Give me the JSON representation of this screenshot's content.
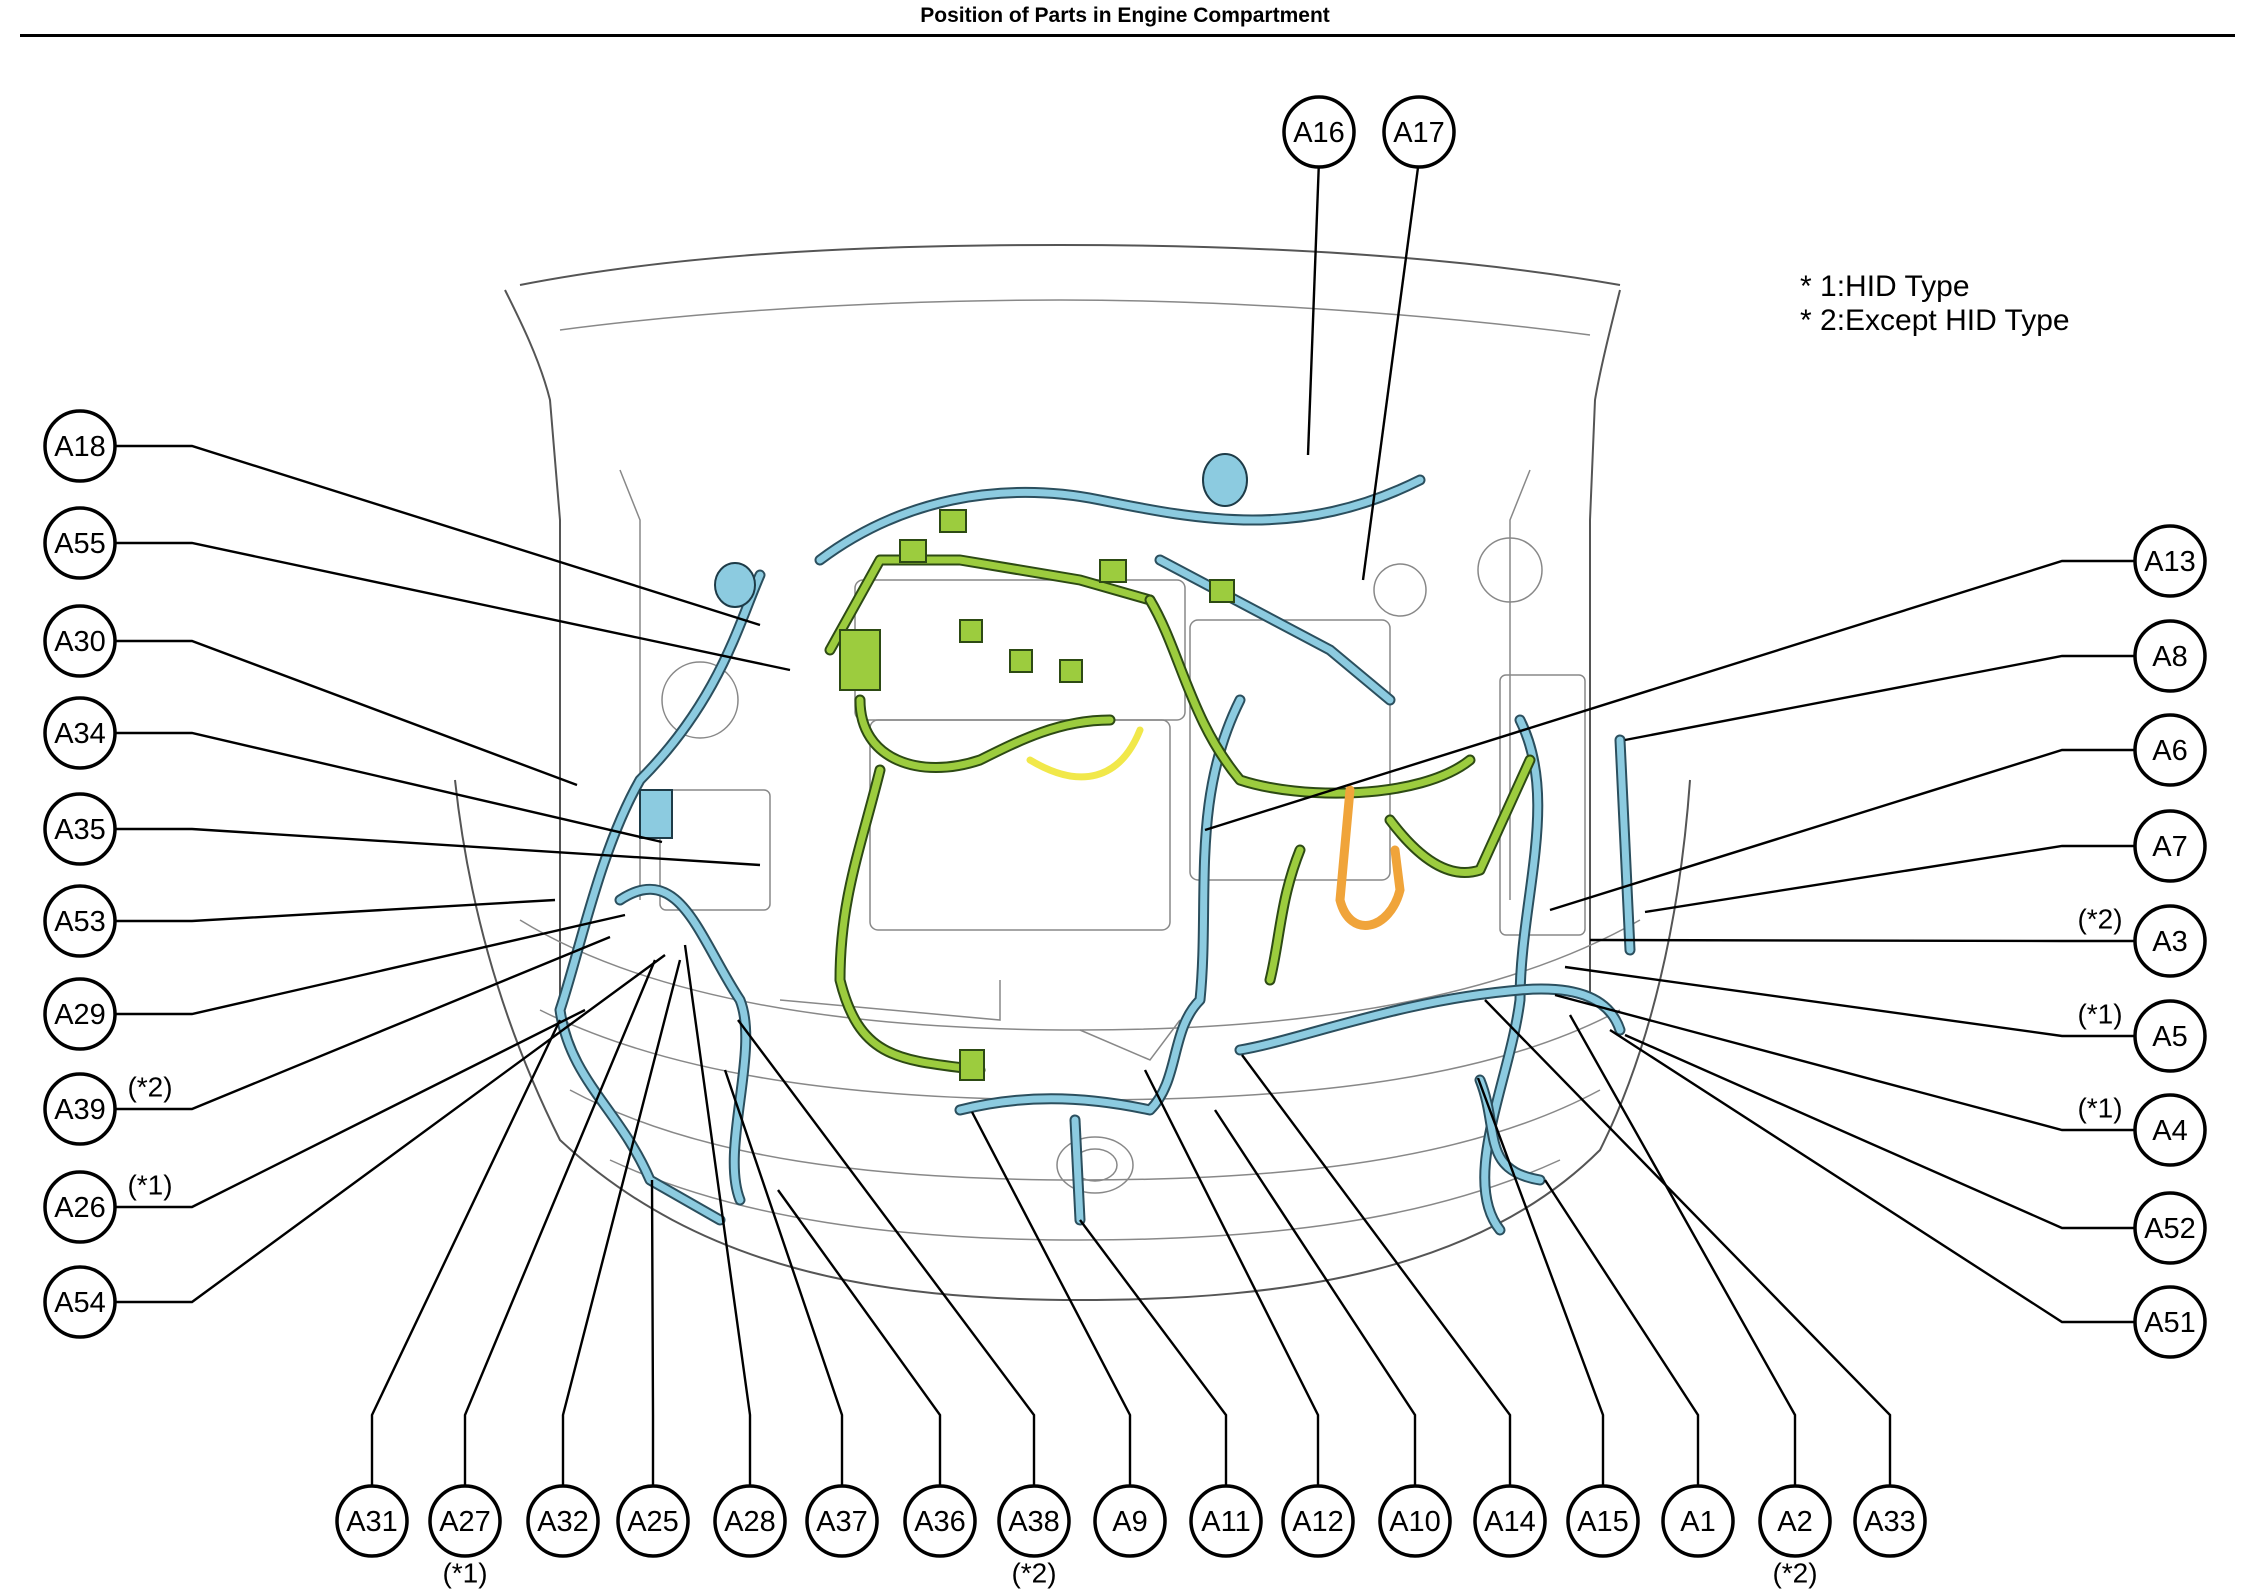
{
  "title": "Position of Parts in Engine Compartment",
  "legend": [
    "* 1:HID Type",
    "* 2:Except HID Type"
  ],
  "callouts": [
    {
      "label": "A16",
      "note": ""
    },
    {
      "label": "A17",
      "note": ""
    },
    {
      "label": "A18",
      "note": ""
    },
    {
      "label": "A55",
      "note": ""
    },
    {
      "label": "A30",
      "note": ""
    },
    {
      "label": "A34",
      "note": ""
    },
    {
      "label": "A35",
      "note": ""
    },
    {
      "label": "A53",
      "note": ""
    },
    {
      "label": "A29",
      "note": ""
    },
    {
      "label": "A39",
      "note": "(*2)"
    },
    {
      "label": "A26",
      "note": "(*1)"
    },
    {
      "label": "A54",
      "note": ""
    },
    {
      "label": "A13",
      "note": ""
    },
    {
      "label": "A8",
      "note": ""
    },
    {
      "label": "A6",
      "note": ""
    },
    {
      "label": "A7",
      "note": ""
    },
    {
      "label": "A3",
      "note": "(*2)"
    },
    {
      "label": "A5",
      "note": "(*1)"
    },
    {
      "label": "A4",
      "note": "(*1)"
    },
    {
      "label": "A52",
      "note": ""
    },
    {
      "label": "A51",
      "note": ""
    },
    {
      "label": "A31",
      "note": ""
    },
    {
      "label": "A27",
      "note": "(*1)"
    },
    {
      "label": "A32",
      "note": ""
    },
    {
      "label": "A25",
      "note": ""
    },
    {
      "label": "A28",
      "note": ""
    },
    {
      "label": "A37",
      "note": ""
    },
    {
      "label": "A36",
      "note": ""
    },
    {
      "label": "A38",
      "note": "(*2)"
    },
    {
      "label": "A9",
      "note": ""
    },
    {
      "label": "A11",
      "note": ""
    },
    {
      "label": "A12",
      "note": ""
    },
    {
      "label": "A10",
      "note": ""
    },
    {
      "label": "A14",
      "note": ""
    },
    {
      "label": "A15",
      "note": ""
    },
    {
      "label": "A1",
      "note": ""
    },
    {
      "label": "A2",
      "note": "(*2)"
    },
    {
      "label": "A33",
      "note": ""
    }
  ],
  "colors": {
    "harness_blue": "#8ccbe0",
    "harness_green": "#9ccc3e",
    "harness_yellow": "#f1e84a",
    "harness_orange": "#f0a43a",
    "line": "#000000"
  }
}
